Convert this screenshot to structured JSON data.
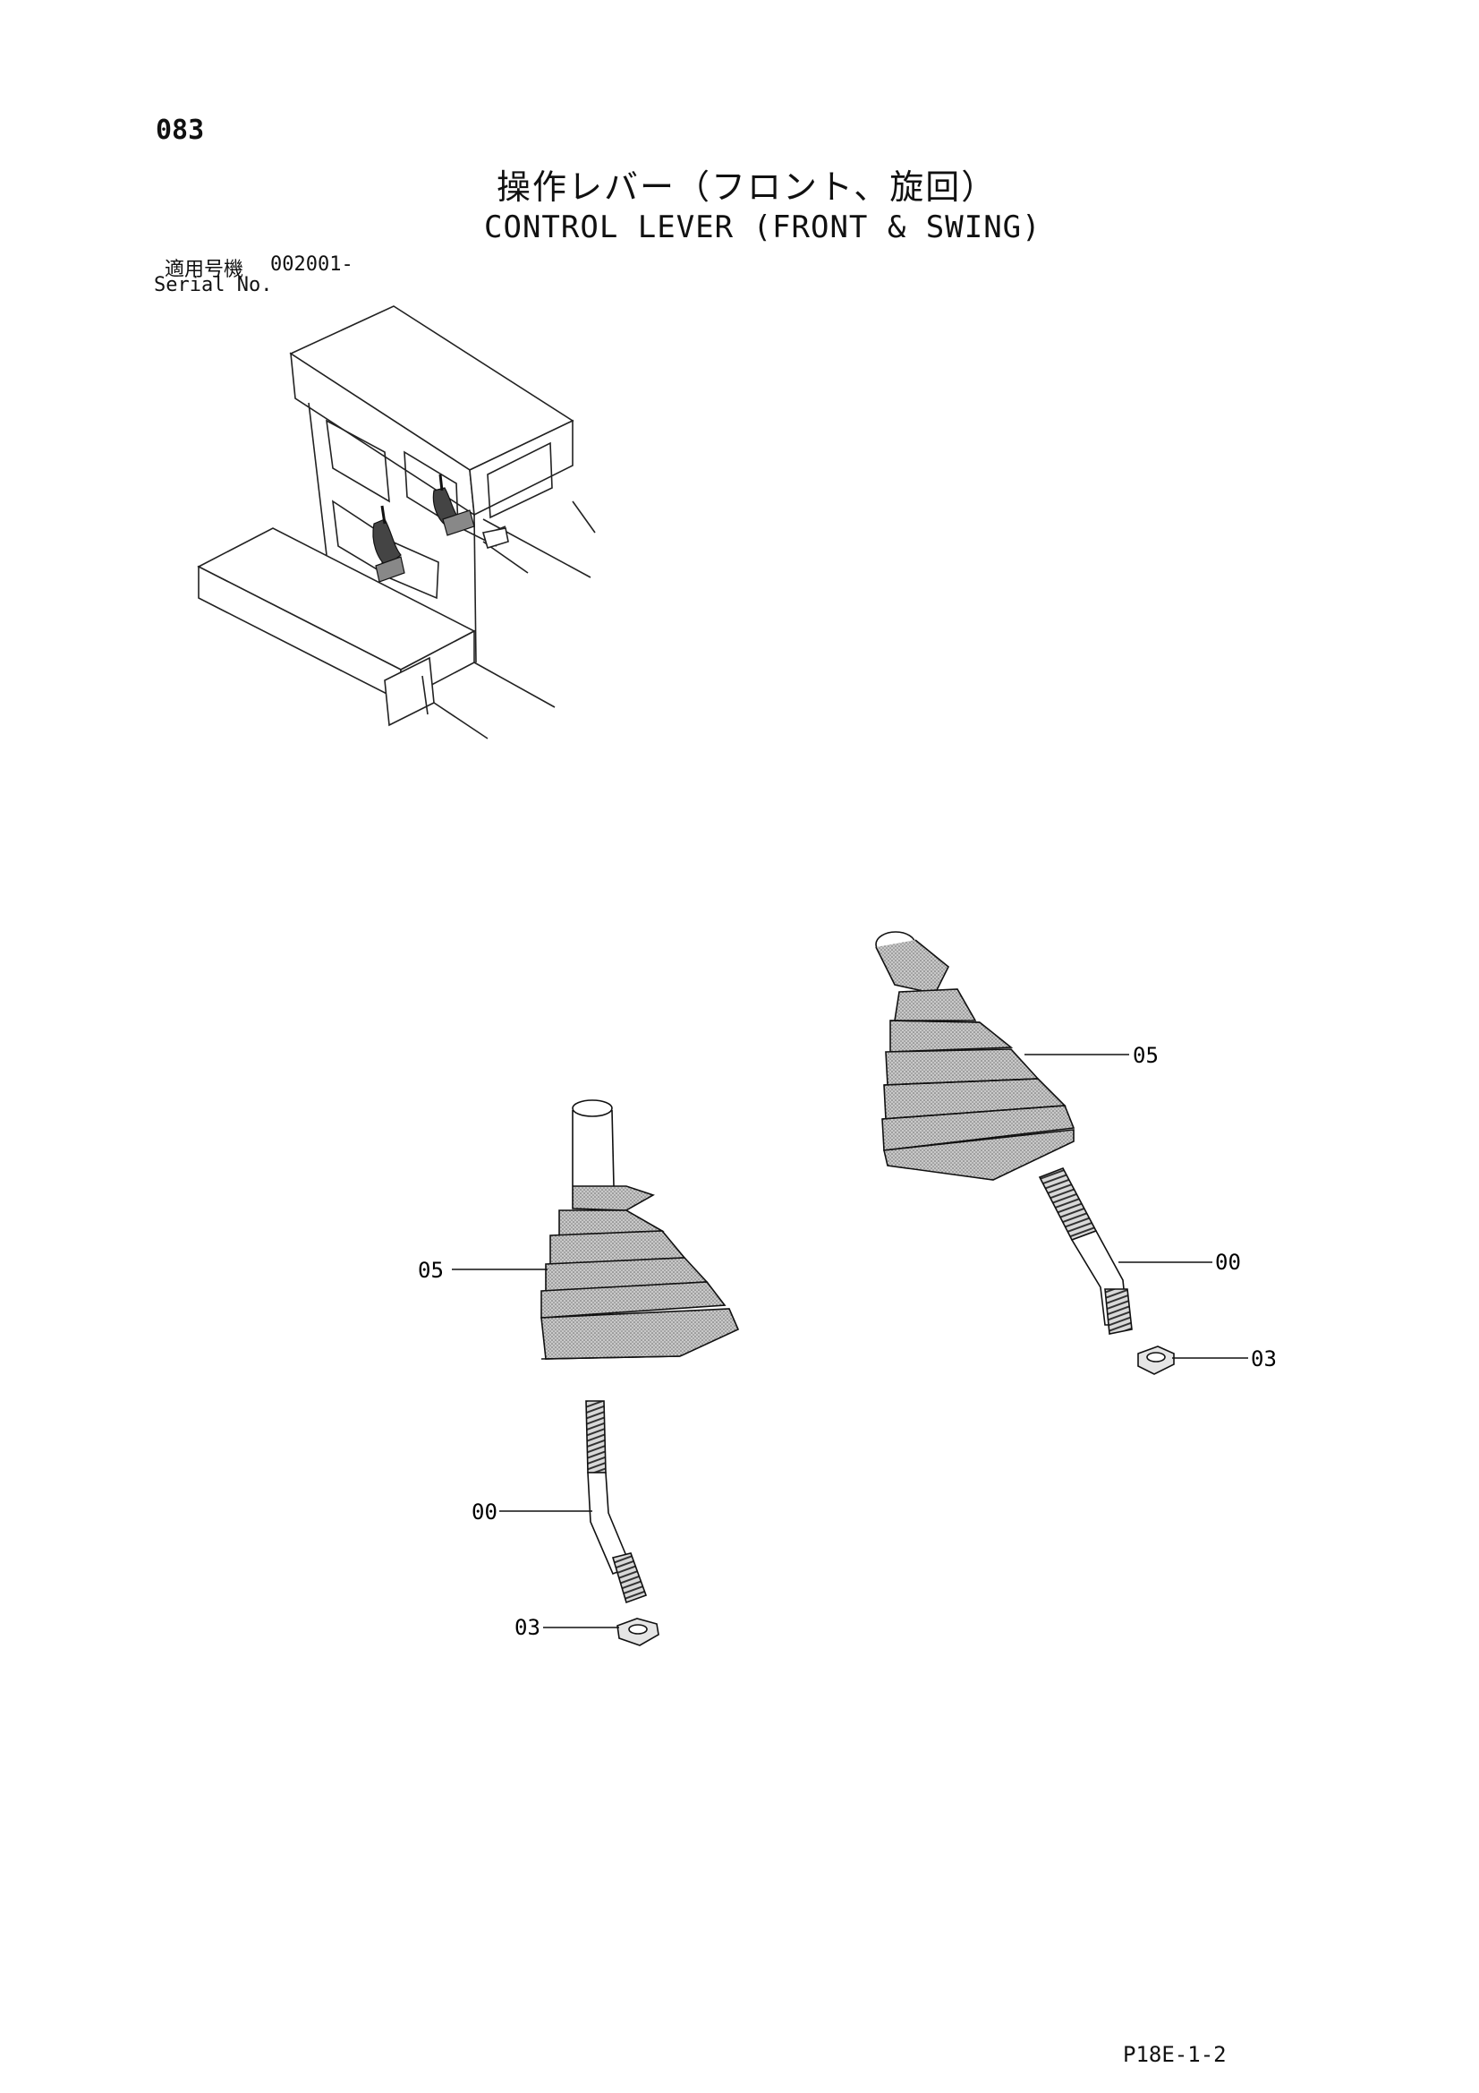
{
  "header": {
    "page_number": "083",
    "title_jp": "操作レバー（フロント、旋回）",
    "title_en": "CONTROL LEVER (FRONT & SWING)"
  },
  "serial": {
    "label_jp": "適用号機",
    "value": "002001-",
    "label_en": "Serial No."
  },
  "callouts": {
    "right_boot": "05",
    "right_lever": "00",
    "right_nut": "03",
    "left_boot": "05",
    "left_lever": "00",
    "left_nut": "03"
  },
  "footer": {
    "doc_code": "P18E-1-2"
  }
}
